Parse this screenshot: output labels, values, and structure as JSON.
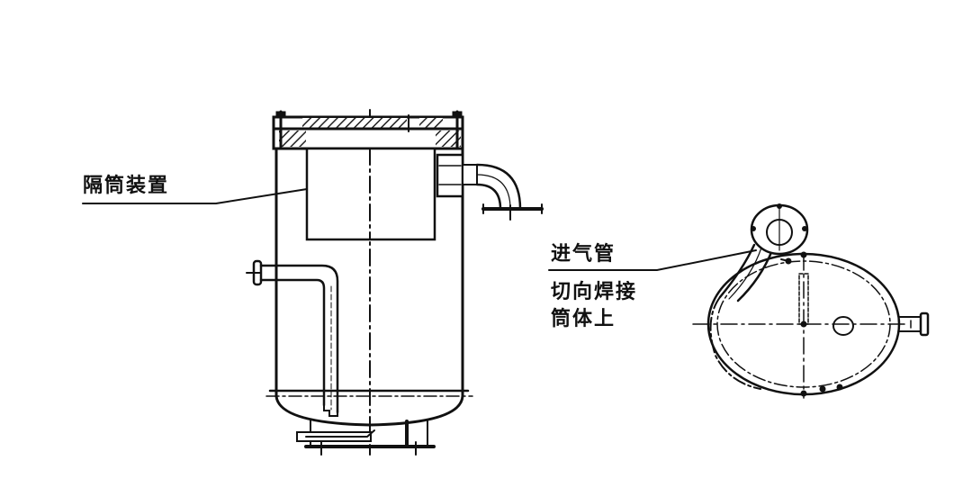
{
  "diagram": {
    "type": "engineering-drawing",
    "description": "Gas-liquid separator vessel: side section view and top view with tangential inlet",
    "colors": {
      "background": "#ffffff",
      "line": "#111111",
      "hatch": "#222222"
    },
    "labels": {
      "baffle_device": "隔筒装置",
      "inlet_pipe": "进气管",
      "tangential_weld_line1": "切向焊接",
      "tangential_weld_line2": "筒体上"
    },
    "views": [
      {
        "name": "side-section-view",
        "components": [
          "top-flange-cover",
          "inner-baffle-cylinder",
          "outlet-elbow-pipe",
          "inlet-dip-pipe",
          "elliptical-bottom-head",
          "support-base",
          "vertical-centerline"
        ]
      },
      {
        "name": "top-view",
        "components": [
          "shell-circle",
          "tangential-inlet-pipe",
          "inlet-flange",
          "side-nozzle",
          "center-nozzle",
          "crosshair-centerlines"
        ]
      }
    ]
  }
}
